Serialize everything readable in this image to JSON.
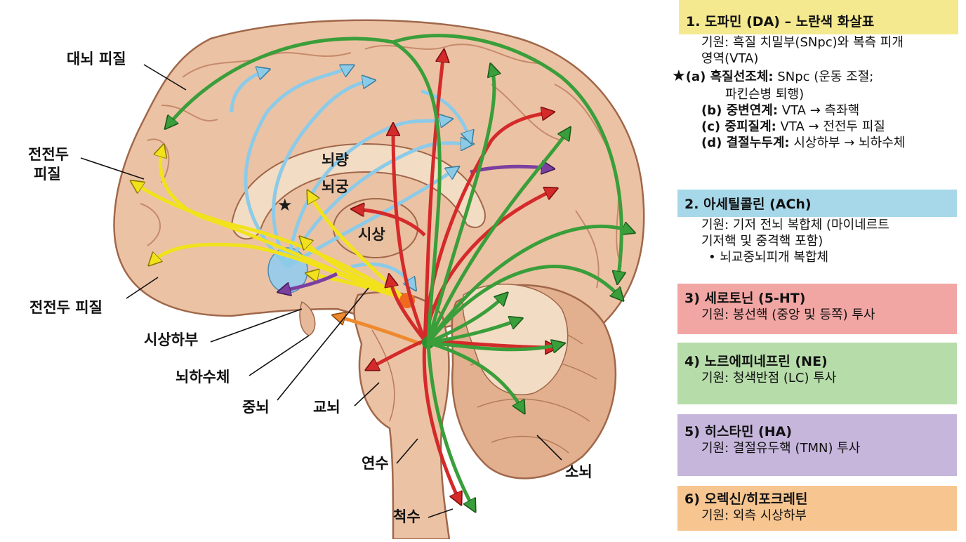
{
  "colors": {
    "dopamine": "#e6d94a",
    "acetylcholine": "#a7d8ea",
    "serotonin": "#f1a6a4",
    "norepinephrine": "#b6dcaa",
    "histamine": "#c6b6dc",
    "orexin": "#f6c590",
    "arrow_yellow": "#f2e21c",
    "arrow_blue": "#8ccbe8",
    "arrow_red": "#d42a2a",
    "arrow_green": "#3a9e3a",
    "arrow_purple": "#7b3fa0",
    "arrow_orange": "#ee8a2e"
  },
  "diagram": {
    "labels": {
      "cerebral_cortex": "대뇌 피질",
      "prefrontal_cortex_1": "전전두",
      "prefrontal_cortex_2": "피질",
      "prefrontal_cortex_lower": "전전두 피질",
      "hypothalamus": "시상하부",
      "pituitary": "뇌하수체",
      "midbrain": "중뇌",
      "pons": "교뇌",
      "medulla": "연수",
      "spinal_cord": "척수",
      "cerebellum": "소뇌",
      "corpus_callosum": "뇌량",
      "fornix": "뇌궁",
      "thalamus": "시상",
      "star": "★"
    }
  },
  "legend": {
    "dopamine": {
      "title": "1. 도파민 (DA) – 노란색 화살표",
      "origin_1": "기원: 흑질 치밀부(SNpc)와 복측 피개",
      "origin_2": "영역(VTA)",
      "a_star": "★",
      "a_label": "(a) 흑질선조체:",
      "a_text": " SNpc (운동 조절;",
      "a_text_2": "파킨슨병 퇴행)",
      "b_label": "(b) 중변연계:",
      "b_text": " VTA → 측좌핵",
      "c_label": "(c) 중피질계:",
      "c_text": " VTA → 전전두 피질",
      "d_label": "(d) 결절누두계:",
      "d_text": " 시상하부 → 뇌하수체"
    },
    "acetylcholine": {
      "title": "2. 아세틸콜린 (ACh)",
      "origin_1": "기원: 기저 전뇌 복합체 (마이네르트",
      "origin_2": "기저핵 및 중격핵 포함)",
      "origin_3": "• 뇌교중뇌피개 복합체"
    },
    "serotonin": {
      "title": "3) 세로토닌 (5-HT)",
      "origin": "기원: 봉선핵 (중앙 및 등쪽) 투사"
    },
    "norepinephrine": {
      "title": "4) 노르에피네프린 (NE)",
      "origin": "기원: 청색반점 (LC) 투사"
    },
    "histamine": {
      "title": "5) 히스타민 (HA)",
      "origin": "기원: 결절유두핵 (TMN) 투사"
    },
    "orexin": {
      "title": "6) 오렉신/히포크레틴",
      "origin": "기원: 외측 시상하부"
    }
  }
}
